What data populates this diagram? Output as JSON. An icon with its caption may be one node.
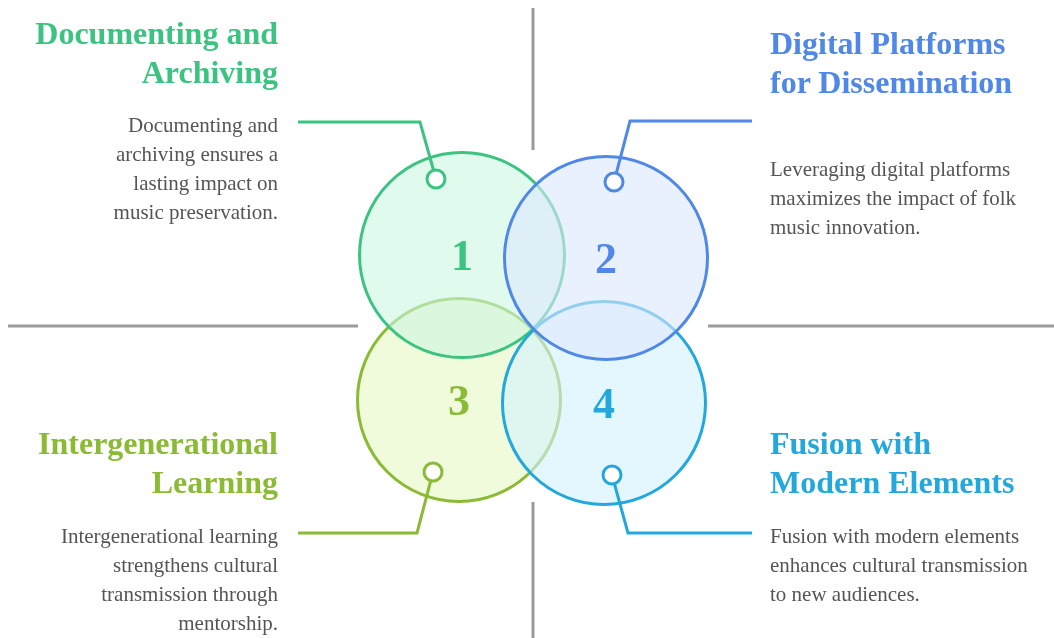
{
  "diagram": {
    "nodes": [
      {
        "text": [
          "Documenting and Archiving",
          "Documenting and archiving ensures a lasting impact on music preservation."
        ]
      },
      {
        "text": [
          "Digital Platforms for Dissemination",
          "Leveraging digital platforms maximizes the impact of folk music innovation."
        ]
      },
      {
        "text": [
          "1"
        ]
      },
      {
        "text": [
          "2"
        ]
      },
      {
        "text": [
          "3"
        ]
      },
      {
        "text": [
          "4"
        ]
      },
      {
        "text": [
          "Intergenerational Learning",
          "Intergenerational learning strengthens cultural transmission through mentorship."
        ]
      },
      {
        "text": [
          "Fusion with Modern Elements",
          "Fusion with modern elements enhances cultural transmission to new audiences."
        ]
      }
    ],
    "edges": [
      {
        "from": 0,
        "to": 2,
        "arrow": "other",
        "color": "#3cc381"
      },
      {
        "from": 1,
        "to": 3,
        "arrow": "other",
        "color": "#4f88e6"
      },
      {
        "from": 6,
        "to": 4,
        "arrow": "other",
        "color": "#8bba35"
      },
      {
        "from": 7,
        "to": 5,
        "arrow": "other",
        "color": "#22a8dc"
      }
    ]
  }
}
